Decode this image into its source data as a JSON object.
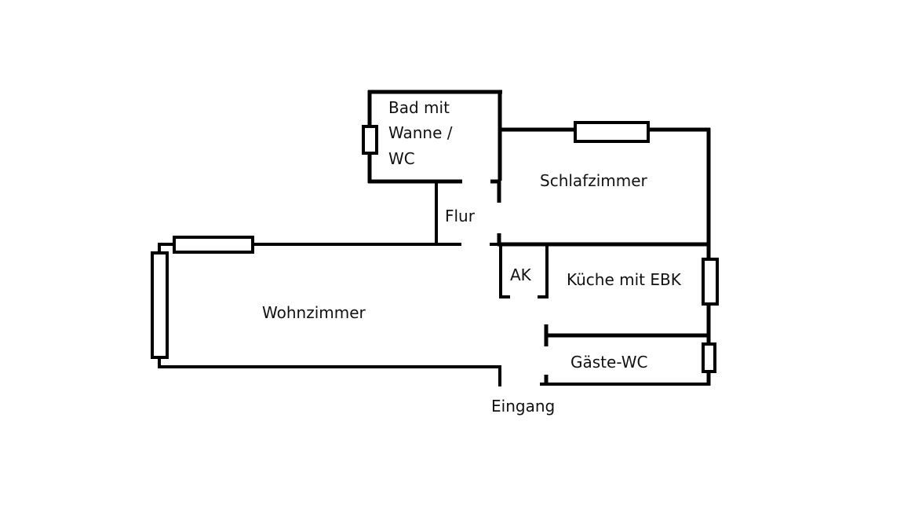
{
  "diagram": {
    "type": "floor-plan",
    "colors": {
      "wall": "#000000",
      "background": "#ffffff",
      "text": "#111111"
    },
    "rooms": {
      "bad": {
        "lines": [
          "Bad mit",
          "Wanne /",
          "WC"
        ]
      },
      "schlafzimmer": {
        "label": "Schlafzimmer"
      },
      "flur": {
        "label": "Flur"
      },
      "ak": {
        "label": "AK"
      },
      "kueche": {
        "label": "Küche mit EBK"
      },
      "wohnzimmer": {
        "label": "Wohnzimmer"
      },
      "gaeste_wc": {
        "label": "Gäste-WC"
      }
    },
    "entrance": {
      "label": "Eingang"
    },
    "windows": [
      {
        "room": "Bad mit Wanne / WC",
        "wall": "west"
      },
      {
        "room": "Schlafzimmer",
        "wall": "north"
      },
      {
        "room": "Wohnzimmer",
        "wall": "north"
      },
      {
        "room": "Wohnzimmer",
        "wall": "west"
      },
      {
        "room": "Küche mit EBK",
        "wall": "east"
      },
      {
        "room": "Gäste-WC",
        "wall": "east"
      }
    ]
  }
}
